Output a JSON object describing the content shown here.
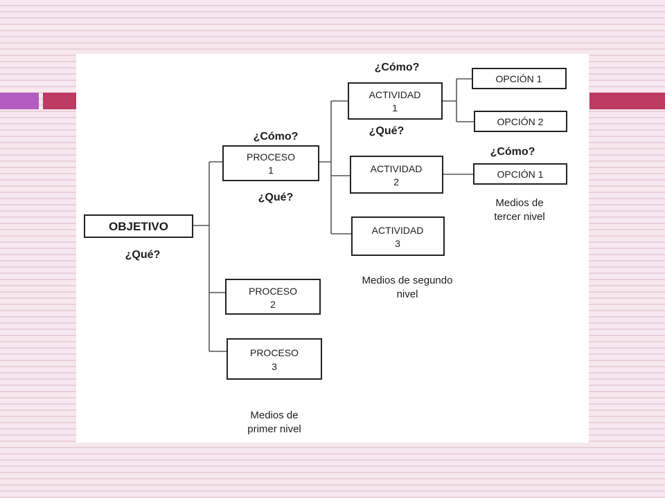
{
  "slide": {
    "colors": {
      "background": "#f6e8ee",
      "stripe": "#e9cfd9",
      "accent_purple": "#b35cc0",
      "accent_red": "#bd3a63",
      "panel": "#ffffff"
    }
  },
  "diagram": {
    "root": {
      "label": "OBJETIVO",
      "question": "¿Qué?"
    },
    "processes": [
      {
        "line1": "PROCESO",
        "line2": "1"
      },
      {
        "line1": "PROCESO",
        "line2": "2"
      },
      {
        "line1": "PROCESO",
        "line2": "3"
      }
    ],
    "process_questions": {
      "above": "¿Cómo?",
      "below": "¿Qué?"
    },
    "activities": [
      {
        "line1": "ACTIVIDAD",
        "line2": "1"
      },
      {
        "line1": "ACTIVIDAD",
        "line2": "2"
      },
      {
        "line1": "ACTIVIDAD",
        "line2": "3"
      }
    ],
    "activity_questions": {
      "above": "¿Cómo?",
      "below": "¿Qué?"
    },
    "options_activity1": [
      "OPCIÓN 1",
      "OPCIÓN 2"
    ],
    "option_question": "¿Cómo?",
    "options_activity2": [
      "OPCIÓN 1"
    ],
    "levels": {
      "first": [
        "Medios de",
        "primer nivel"
      ],
      "second": [
        "Medios de segundo",
        "nivel"
      ],
      "third": [
        "Medios de",
        "tercer nivel"
      ]
    }
  }
}
